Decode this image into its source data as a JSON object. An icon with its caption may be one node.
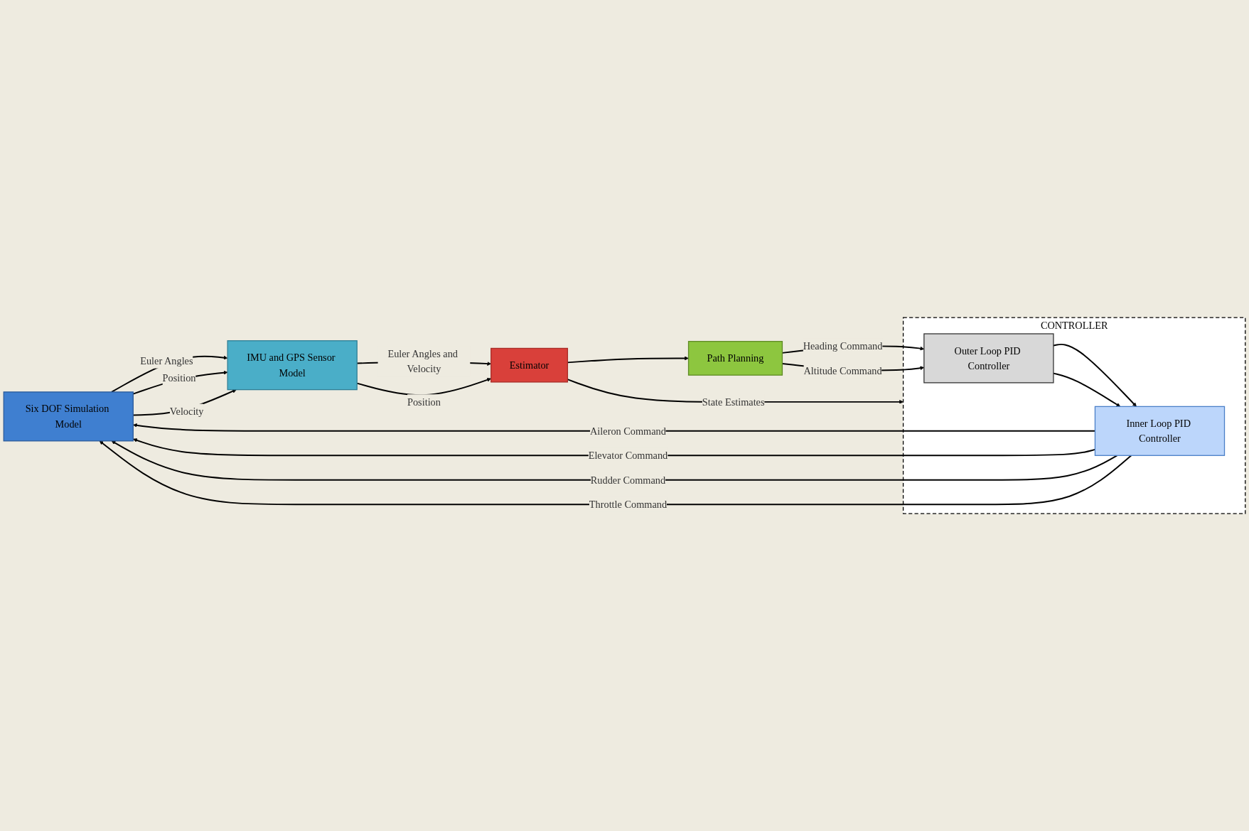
{
  "diagram": {
    "nodes": [
      {
        "text": [
          "Six DOF Simulation Model"
        ]
      },
      {
        "text": [
          "IMU and GPS Sensor Model"
        ]
      },
      {
        "text": [
          "Estimator"
        ]
      },
      {
        "text": [
          "Path Planning"
        ]
      },
      {
        "text": [
          "CONTROLLER"
        ]
      },
      {
        "text": [
          "Inner Loop PID Controller"
        ],
        "in": 4
      },
      {
        "text": [
          "Outer Loop PID Controller"
        ],
        "in": 4
      }
    ],
    "edges": [
      {
        "from": 5,
        "to": 0,
        "arrow": "to",
        "label": "Aileron Command"
      },
      {
        "from": 5,
        "to": 0,
        "arrow": "to",
        "label": "Elevator Command"
      },
      {
        "from": 5,
        "to": 0,
        "arrow": "to",
        "label": "Rudder Command"
      },
      {
        "from": 5,
        "to": 0,
        "arrow": "to",
        "label": "Throttle Command"
      },
      {
        "from": 0,
        "to": 1,
        "arrow": "to",
        "label": "Euler Angles"
      },
      {
        "from": 0,
        "to": 1,
        "arrow": "to",
        "label": "Position"
      },
      {
        "from": 0,
        "to": 1,
        "arrow": "to",
        "label": "Velocity"
      },
      {
        "from": 1,
        "to": 2,
        "arrow": "to",
        "label": "Euler Angles and Velocity"
      },
      {
        "from": 1,
        "to": 2,
        "arrow": "to",
        "label": "Position"
      },
      {
        "from": 2,
        "to": 4,
        "arrow": "to",
        "label": "State Estimates"
      },
      {
        "from": 2,
        "to": 3,
        "arrow": "to"
      },
      {
        "from": 3,
        "to": 6,
        "arrow": "to",
        "label": "Heading Command"
      },
      {
        "from": 3,
        "to": 6,
        "arrow": "to",
        "label": "Altitude Command"
      },
      {
        "from": 6,
        "to": 5,
        "arrow": "to"
      },
      {
        "from": 6,
        "to": 5,
        "arrow": "to"
      }
    ]
  }
}
